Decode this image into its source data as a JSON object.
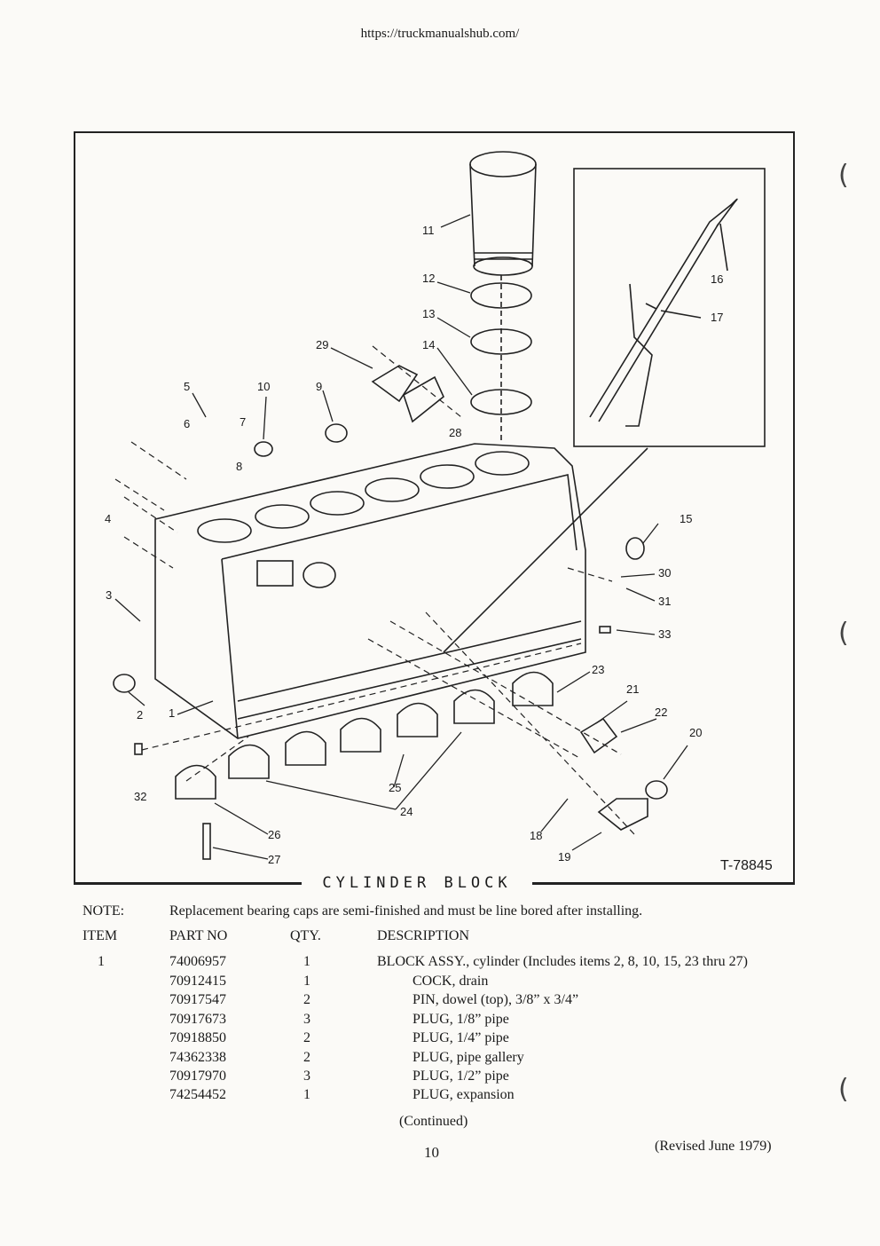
{
  "header": {
    "url": "https://truckmanualshub.com/"
  },
  "figure": {
    "caption": "CYLINDER BLOCK",
    "figure_number": "T-78845",
    "callouts": [
      "1",
      "2",
      "3",
      "4",
      "5",
      "6",
      "7",
      "8",
      "9",
      "10",
      "11",
      "12",
      "13",
      "14",
      "15",
      "16",
      "17",
      "18",
      "19",
      "20",
      "21",
      "22",
      "23",
      "24",
      "25",
      "26",
      "27",
      "28",
      "29",
      "30",
      "31",
      "32",
      "33"
    ]
  },
  "note": {
    "label": "NOTE:",
    "text": "Replacement bearing caps are semi-finished and must be line bored after installing."
  },
  "table": {
    "columns": [
      "ITEM",
      "PART NO",
      "QTY.",
      "DESCRIPTION"
    ],
    "rows": [
      {
        "item": "1",
        "part": "74006957",
        "qty": "1",
        "desc": "BLOCK ASSY., cylinder (Includes items 2, 8, 10, 15, 23 thru 27)"
      },
      {
        "item": "",
        "part": "70912415",
        "qty": "1",
        "desc": "COCK, drain"
      },
      {
        "item": "",
        "part": "70917547",
        "qty": "2",
        "desc": "PIN, dowel (top), 3/8” x 3/4”"
      },
      {
        "item": "",
        "part": "70917673",
        "qty": "3",
        "desc": "PLUG, 1/8” pipe"
      },
      {
        "item": "",
        "part": "70918850",
        "qty": "2",
        "desc": "PLUG, 1/4” pipe"
      },
      {
        "item": "",
        "part": "74362338",
        "qty": "2",
        "desc": "PLUG, pipe gallery"
      },
      {
        "item": "",
        "part": "70917970",
        "qty": "3",
        "desc": "PLUG, 1/2” pipe"
      },
      {
        "item": "",
        "part": "74254452",
        "qty": "1",
        "desc": "PLUG, expansion"
      }
    ],
    "continued": "(Continued)"
  },
  "footer": {
    "page_number": "10",
    "revised": "(Revised June 1979)"
  },
  "margin_marks": [
    "(",
    "(",
    "("
  ]
}
